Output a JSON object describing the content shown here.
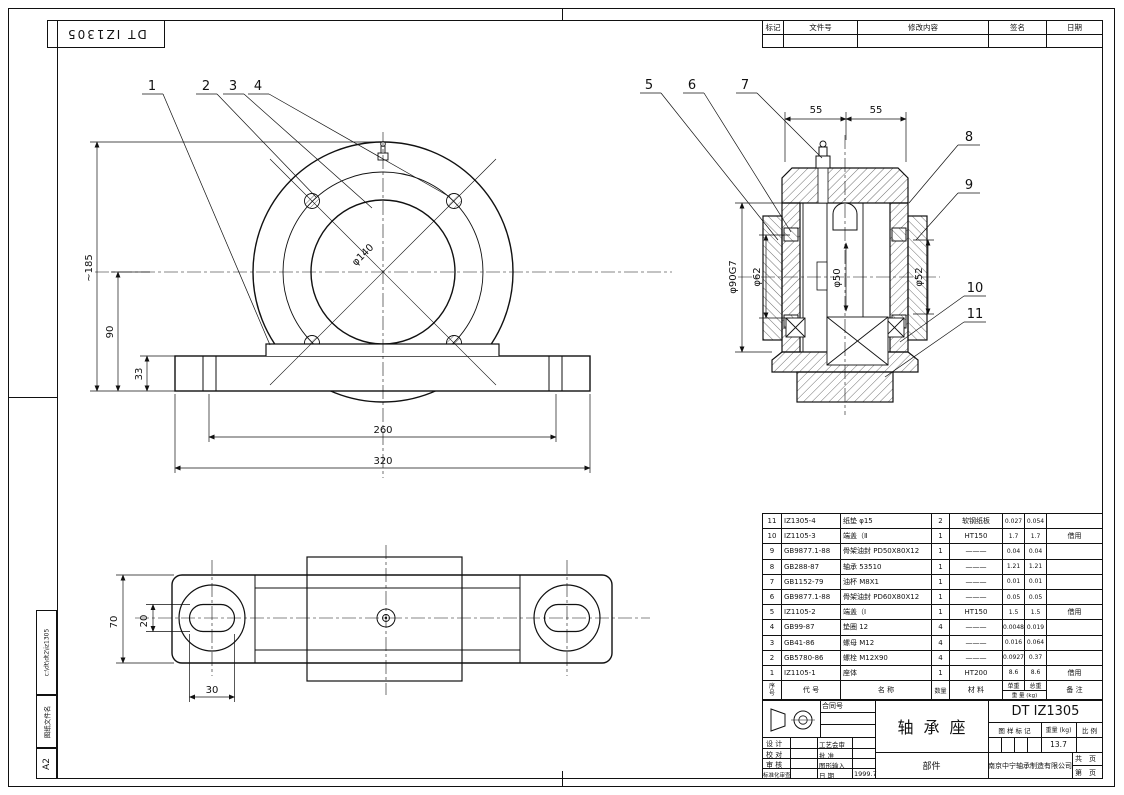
{
  "drawing": {
    "code_top_left": "DT IZ1305",
    "code": "DT IZ1305",
    "title": "轴承座",
    "type": "部件"
  },
  "frame": {
    "size": "A2",
    "filename_label": "图纸文件名",
    "file_path": "c:\\dt\\dt2\\iz1305"
  },
  "revision_table": {
    "headers": [
      "标记",
      "文件号",
      "修改内容",
      "签名",
      "日期"
    ]
  },
  "front_view": {
    "callouts": [
      "1",
      "2",
      "3",
      "4"
    ],
    "dim_height": "~185",
    "dim_center_height": "90",
    "dim_base_height": "33",
    "dim_hole_span": "260",
    "dim_base_length": "320",
    "dim_bolt_circle": "φ140"
  },
  "side_view": {
    "callouts": [
      "5",
      "6",
      "7",
      "8",
      "9",
      "10",
      "11"
    ],
    "dim_left_width": "55",
    "dim_right_width": "55",
    "dim_bore": "φ90G7",
    "dim_d62": "φ62",
    "dim_d50": "φ50",
    "dim_d52": "φ52"
  },
  "bottom_view": {
    "dim_width": "70",
    "dim_slot_width": "20",
    "dim_slot_length": "30"
  },
  "bom": {
    "headers": {
      "no": "序 号",
      "code": "代  号",
      "name": "名  称",
      "qty": "数量",
      "material": "材  料",
      "unit_weight": "单重",
      "total_weight": "总重",
      "weight_label": "重 量 (kg)",
      "note": "备  注"
    },
    "rows": [
      {
        "no": "11",
        "code": "IZ1305-4",
        "name": "纸垫 φ15",
        "qty": "2",
        "material": "软钢纸板",
        "unit": "0.027",
        "total": "0.054",
        "note": ""
      },
      {
        "no": "10",
        "code": "IZ1105-3",
        "name": "端盖（Ⅱ",
        "qty": "1",
        "material": "HT150",
        "unit": "1.7",
        "total": "1.7",
        "note": "借用"
      },
      {
        "no": "9",
        "code": "GB9877.1-88",
        "name": "骨架油封 PD50X80X12",
        "qty": "1",
        "material": "———",
        "unit": "0.04",
        "total": "0.04",
        "note": ""
      },
      {
        "no": "8",
        "code": "GB288-87",
        "name": "轴承 53510",
        "qty": "1",
        "material": "———",
        "unit": "1.21",
        "total": "1.21",
        "note": ""
      },
      {
        "no": "7",
        "code": "GB1152-79",
        "name": "油杯 M8X1",
        "qty": "1",
        "material": "———",
        "unit": "0.01",
        "total": "0.01",
        "note": ""
      },
      {
        "no": "6",
        "code": "GB9877.1-88",
        "name": "骨架油封 PD60X80X12",
        "qty": "1",
        "material": "———",
        "unit": "0.05",
        "total": "0.05",
        "note": ""
      },
      {
        "no": "5",
        "code": "IZ1105-2",
        "name": "端盖（Ⅰ",
        "qty": "1",
        "material": "HT150",
        "unit": "1.5",
        "total": "1.5",
        "note": "借用"
      },
      {
        "no": "4",
        "code": "GB99-87",
        "name": "垫圈 12",
        "qty": "4",
        "material": "———",
        "unit": "0.0048",
        "total": "0.019",
        "note": ""
      },
      {
        "no": "3",
        "code": "GB41-86",
        "name": "螺母 M12",
        "qty": "4",
        "material": "———",
        "unit": "0.016",
        "total": "0.064",
        "note": ""
      },
      {
        "no": "2",
        "code": "GB5780-86",
        "name": "螺栓 M12X90",
        "qty": "4",
        "material": "———",
        "unit": "0.0927",
        "total": "0.37",
        "note": ""
      },
      {
        "no": "1",
        "code": "IZ1105-1",
        "name": "座体",
        "qty": "1",
        "material": "HT200",
        "unit": "8.6",
        "total": "8.6",
        "note": "借用"
      }
    ]
  },
  "title_block": {
    "contract_label": "合同号",
    "design_label": "设 计",
    "check_label": "校 对",
    "audit_label": "审 核",
    "std_label": "标准化审查",
    "process_label": "工艺会审",
    "approve_label": "批 准",
    "input_label": "图形输入",
    "date_label": "日 期",
    "date_value": "1999.7",
    "drawing_code": "DT IZ1305",
    "part_name": "轴承座",
    "part_type": "部件",
    "mark_label": "图 样 标 记",
    "weight_label": "重量 (kg)",
    "scale_label": "比 例",
    "weight_value": "13.7",
    "company": "南京中宁轴承制造有限公司",
    "pages_total_label": "共　页",
    "page_no_label": "第　页"
  }
}
